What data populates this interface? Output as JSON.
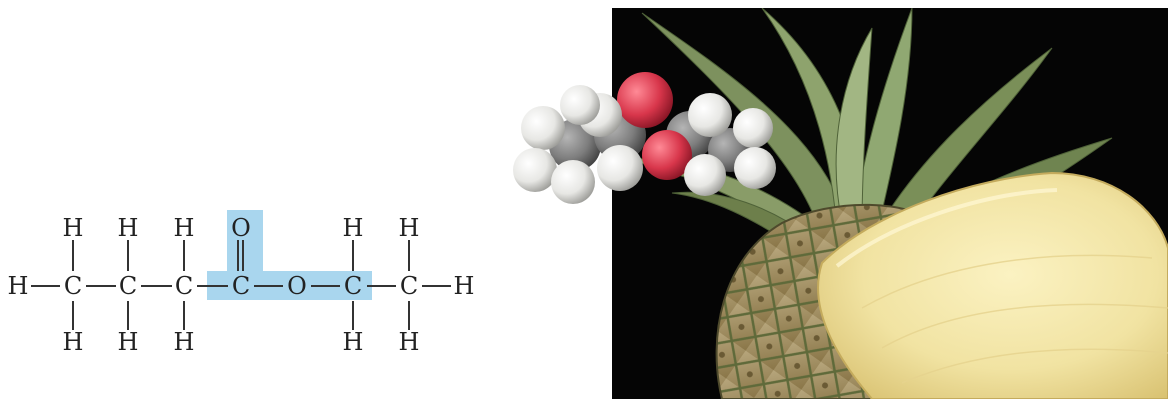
{
  "formula": {
    "atoms": [
      "H",
      "C",
      "C",
      "C",
      "C",
      "O",
      "C",
      "C",
      "H"
    ],
    "top_atoms": [
      "H",
      "H",
      "H",
      "O",
      "H",
      "H"
    ],
    "bottom_atoms": [
      "H",
      "H",
      "H",
      "H",
      "H"
    ]
  },
  "colors": {
    "highlight": "#a9d6ee",
    "bond": "#333333",
    "oxygen": "#d8364b",
    "hydrogen": "#e7e7e4",
    "carbon": "#7d7d7d",
    "pineapple_leaf": "#7d915e",
    "pineapple_flesh": "#f1e3a2",
    "background": "#050505"
  },
  "photo": {
    "subject": "pineapple"
  }
}
